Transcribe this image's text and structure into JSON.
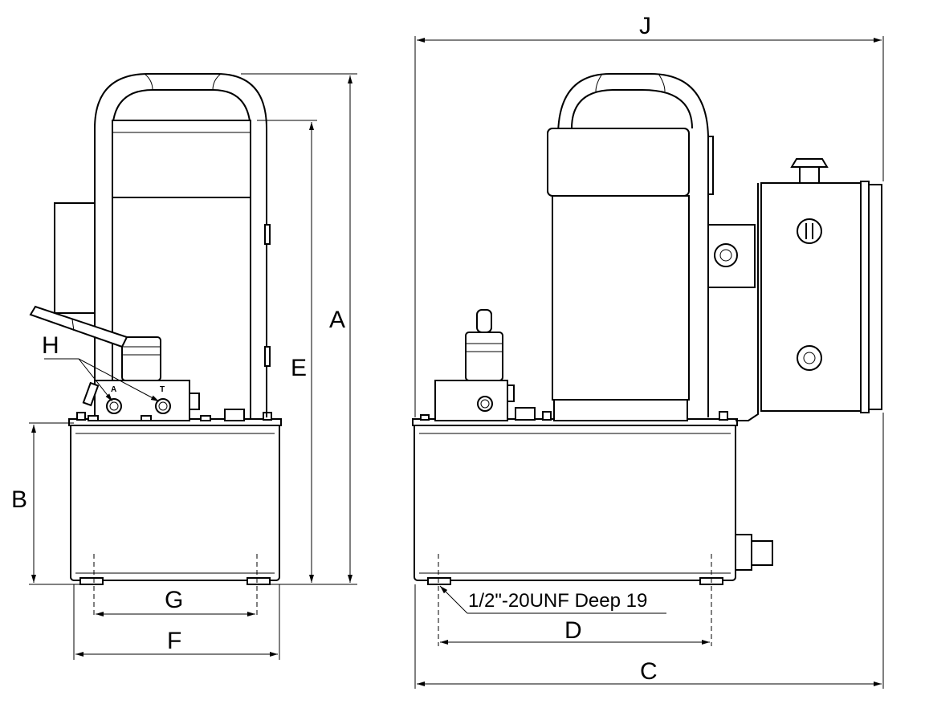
{
  "labels": {
    "A": "A",
    "B": "B",
    "C": "C",
    "D": "D",
    "E": "E",
    "F": "F",
    "G": "G",
    "H": "H",
    "J": "J"
  },
  "port_labels": {
    "a": "A",
    "t": "T"
  },
  "thread_note": "1/2\"-20UNF Deep 19"
}
